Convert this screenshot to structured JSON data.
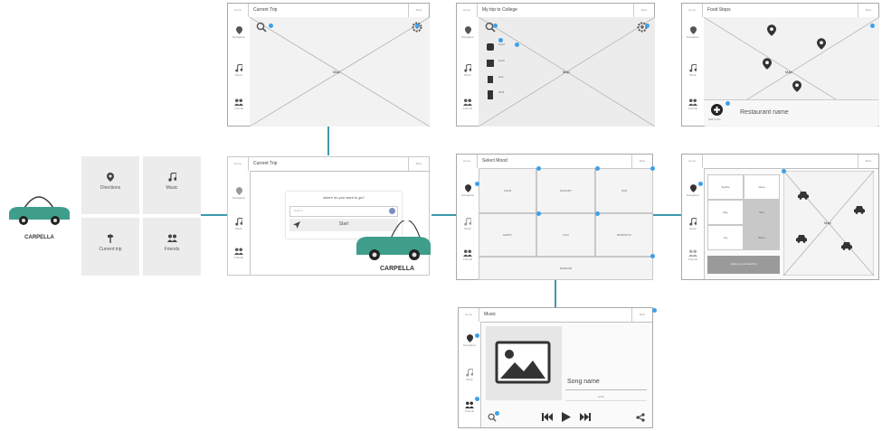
{
  "colors": {
    "accent": "#3ea0e8",
    "connector": "#3a9aa8",
    "car": "#3f9e8a"
  },
  "common": {
    "home": "Home",
    "menu": "Main",
    "nav_navigation": "Navigation",
    "nav_music": "Music",
    "nav_friends": "Friends",
    "map": "Map"
  },
  "logo": {
    "text": "CARPELLA"
  },
  "home_menu": {
    "directions": "Directions",
    "music": "Music",
    "current_trip": "Current trip",
    "friends": "Friends"
  },
  "frames": {
    "current_trip": {
      "title": "Current Trip"
    },
    "trip_college": {
      "title": "My trip to College",
      "items": [
        "Food",
        "Hotel",
        "Gas",
        "ATM"
      ]
    },
    "food_stops": {
      "title": "Food Stops",
      "add_label": "Add to trip",
      "restaurant": "Restaurant name"
    },
    "start": {
      "title": "Current Trip",
      "question": "where do you want to go?",
      "search_placeholder": "Search",
      "start_button": "Start",
      "logo": "CARPELLA"
    },
    "select_mood": {
      "title": "Select Mood",
      "moods": [
        "CALM",
        "HUNGRY",
        "SAD",
        "HAPPY",
        "FUN",
        "ROMANTIC"
      ],
      "random": "RANDOM"
    },
    "friends": {
      "title": "",
      "options": [
        "Sophie",
        "Dave",
        "Ray",
        "Bob",
        "Lily",
        "Brian"
      ],
      "invite": "Invite to your road trip"
    },
    "music": {
      "title": "Music",
      "song": "Song name",
      "artist": "Artist"
    }
  }
}
